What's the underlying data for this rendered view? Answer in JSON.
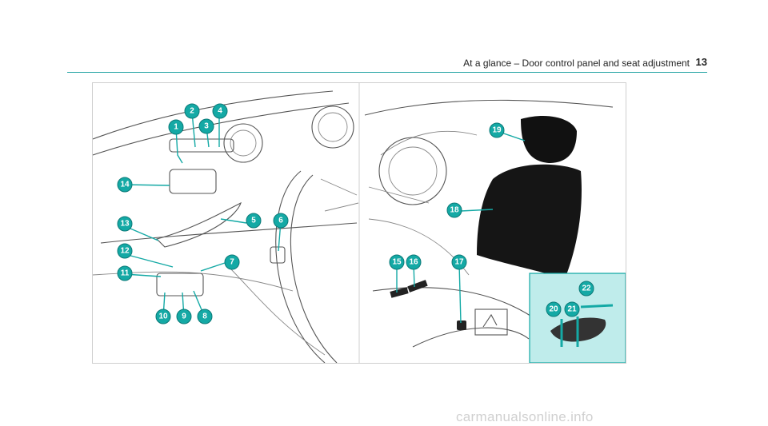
{
  "header": {
    "title": "At a glance – Door control panel and seat adjustment",
    "page_number": "13"
  },
  "figure": {
    "callouts": [
      "1",
      "2",
      "3",
      "4",
      "5",
      "6",
      "7",
      "8",
      "9",
      "10",
      "11",
      "12",
      "13",
      "14",
      "15",
      "16",
      "17",
      "18",
      "19",
      "20",
      "21",
      "22"
    ]
  },
  "watermark": "carmanualsonline.info",
  "colors": {
    "accent": "#14a9a5",
    "inset": "#bfeceb",
    "rule": "#2aa6a6"
  }
}
